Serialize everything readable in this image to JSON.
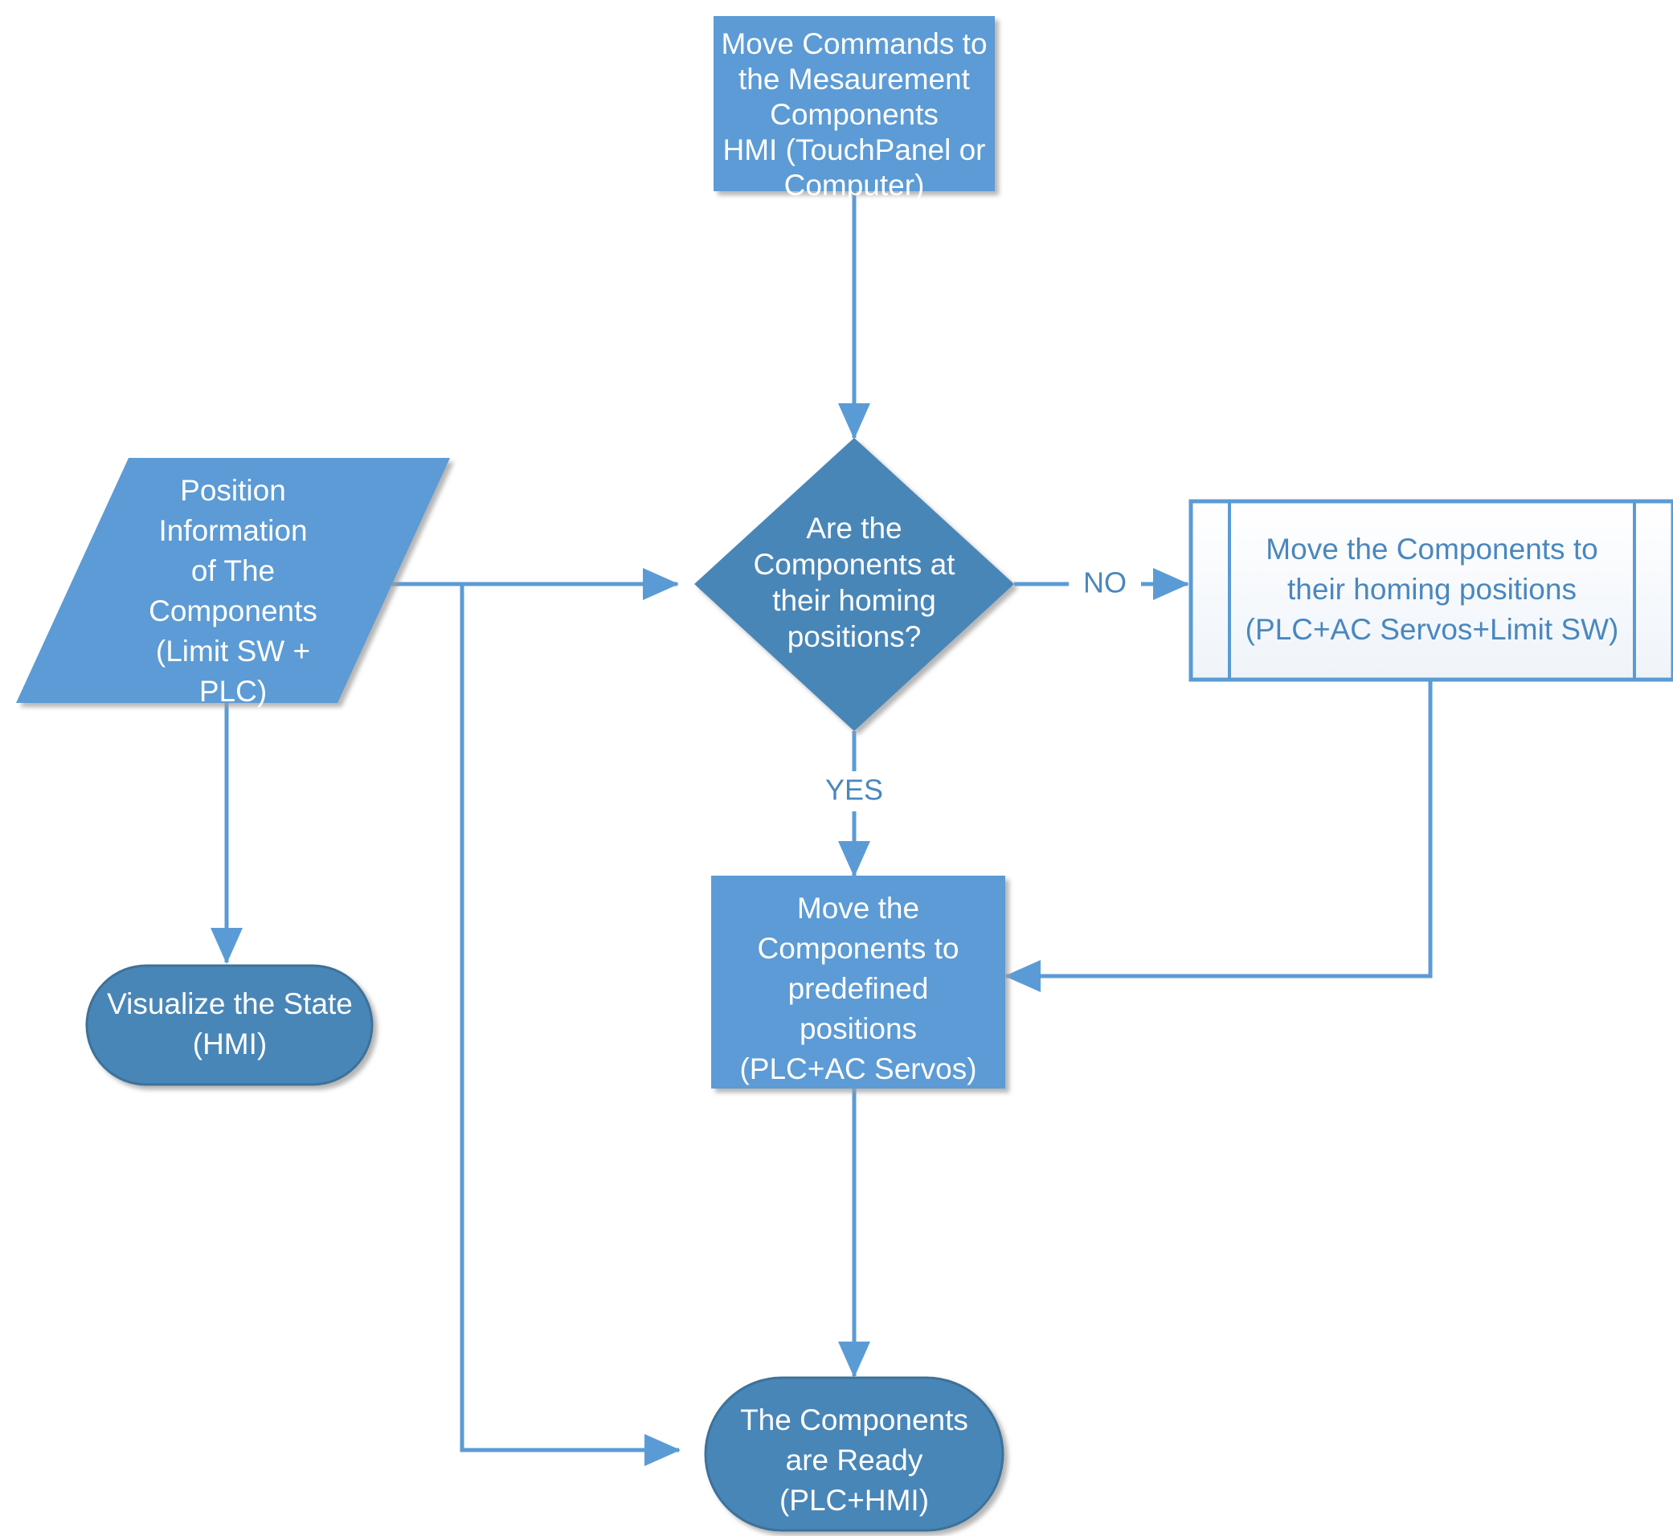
{
  "diagram": {
    "title": "Measurement Components Homing and Positioning Flowchart",
    "background_color": "#FFFFFF",
    "colors": {
      "process_fill": "#5B9BD5",
      "decision_fill": "#4A86B8",
      "terminator_fill": "#4A86B8",
      "terminator_stroke": "#3D7299",
      "predefined_process_fill": "#FAFCFE",
      "predefined_process_stroke": "#5B9BD5",
      "connector": "#5B9BD5",
      "label_on_fill": "#FFFFFF",
      "label_on_white": "#4A87BE"
    },
    "nodes": [
      {
        "id": "move-commands",
        "type": "process",
        "shape": "rectangle",
        "lines": [
          "Move Commands to",
          "the Mesaurement",
          "Components",
          "HMI (TouchPanel or",
          "Computer)"
        ]
      },
      {
        "id": "position-information",
        "type": "data",
        "shape": "parallelogram",
        "lines": [
          "Position",
          "Information",
          "of The",
          "Components",
          "(Limit SW +",
          "PLC)"
        ]
      },
      {
        "id": "homing-decision",
        "type": "decision",
        "shape": "diamond",
        "lines": [
          "Are the",
          "Components at",
          "their homing",
          "positions?"
        ]
      },
      {
        "id": "move-to-homing",
        "type": "predefined-process",
        "shape": "predefined-process",
        "lines": [
          "Move the Components to",
          "their homing positions",
          "(PLC+AC Servos+Limit SW)"
        ]
      },
      {
        "id": "move-to-predefined",
        "type": "process",
        "shape": "rectangle",
        "lines": [
          "Move the",
          "Components to",
          "predefined",
          "positions",
          "(PLC+AC Servos)"
        ]
      },
      {
        "id": "visualize-state",
        "type": "terminator",
        "shape": "rounded-rectangle",
        "lines": [
          "Visualize the State",
          "(HMI)"
        ]
      },
      {
        "id": "components-ready",
        "type": "terminator",
        "shape": "rounded-rectangle",
        "lines": [
          "The Components",
          "are Ready",
          "(PLC+HMI)"
        ]
      }
    ],
    "edges": [
      {
        "id": "e1",
        "from": "move-commands",
        "to": "homing-decision",
        "label": ""
      },
      {
        "id": "e2",
        "from": "position-information",
        "to": "homing-decision",
        "label": ""
      },
      {
        "id": "e3",
        "from": "position-information",
        "to": "visualize-state",
        "label": ""
      },
      {
        "id": "e4",
        "from": "position-information",
        "to": "components-ready",
        "label": ""
      },
      {
        "id": "e5",
        "from": "homing-decision",
        "to": "move-to-homing",
        "label": "NO"
      },
      {
        "id": "e6",
        "from": "homing-decision",
        "to": "move-to-predefined",
        "label": "YES"
      },
      {
        "id": "e7",
        "from": "move-to-homing",
        "to": "move-to-predefined",
        "label": ""
      },
      {
        "id": "e8",
        "from": "move-to-predefined",
        "to": "components-ready",
        "label": ""
      }
    ],
    "labels": {
      "no": "NO",
      "yes": "YES"
    }
  }
}
